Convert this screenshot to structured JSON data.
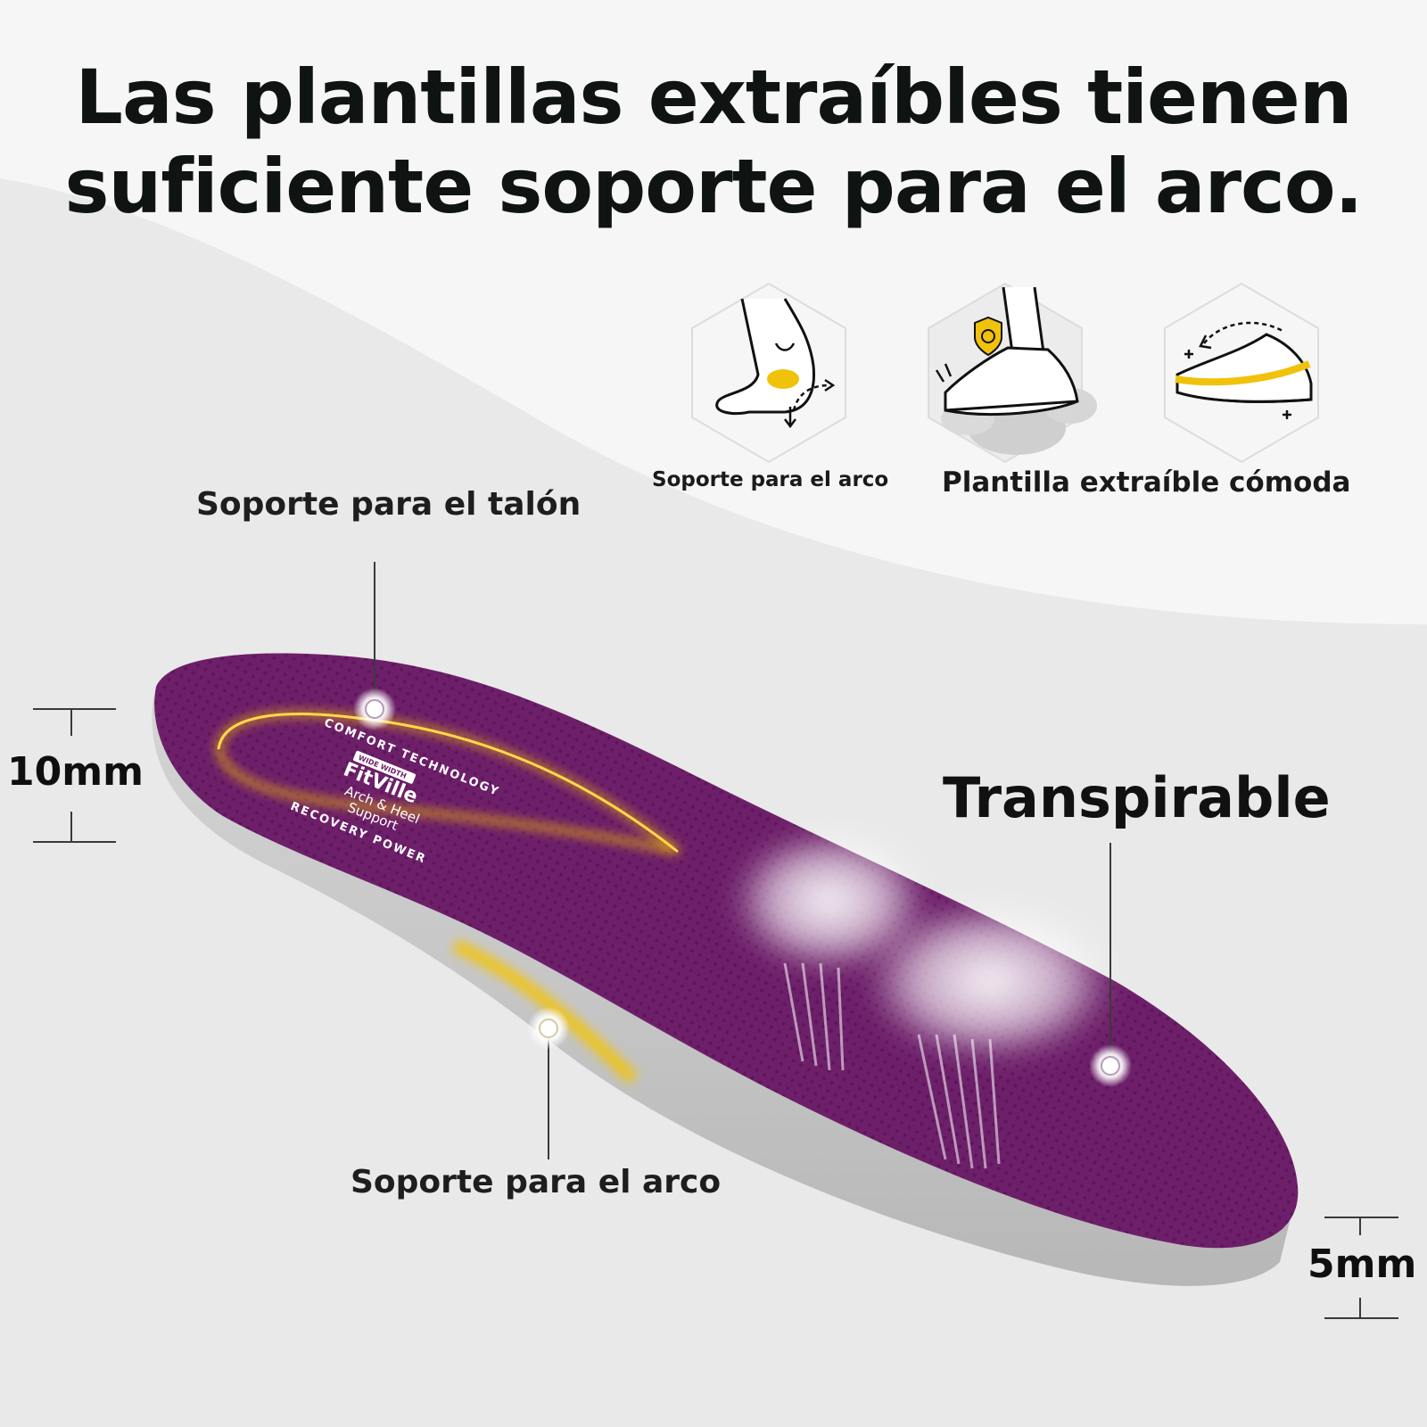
{
  "headline": {
    "line1": "Las plantillas extraíbles tienen",
    "line2": "suficiente soporte para el arco."
  },
  "features": [
    {
      "icon": "foot-arch-icon",
      "label": "Soporte para el arco"
    },
    {
      "icon": "shoe-cushion-icon",
      "label": "Plantilla extraíble cómoda"
    },
    {
      "icon": "removable-insole-icon",
      "label": ""
    }
  ],
  "callouts": {
    "heel_support": "Soporte para el talón",
    "arch_support": "Soporte para el arco",
    "breathable": "Transpirable"
  },
  "dimensions": {
    "heel_thickness": "10mm",
    "toe_thickness": "5mm"
  },
  "insole_print": {
    "ring_top": "COMFORT TECHNOLOGY",
    "ring_bottom": "RECOVERY POWER",
    "badge": "WIDE WIDTH",
    "brand": "FitVille",
    "line1": "Arch & Heel",
    "line2": "Support"
  },
  "colors": {
    "insole_purple": "#6e1f6a",
    "foam_gray": "#c9c9c9",
    "highlight_yellow": "#f5c400",
    "icon_accent": "#f0c20c"
  }
}
